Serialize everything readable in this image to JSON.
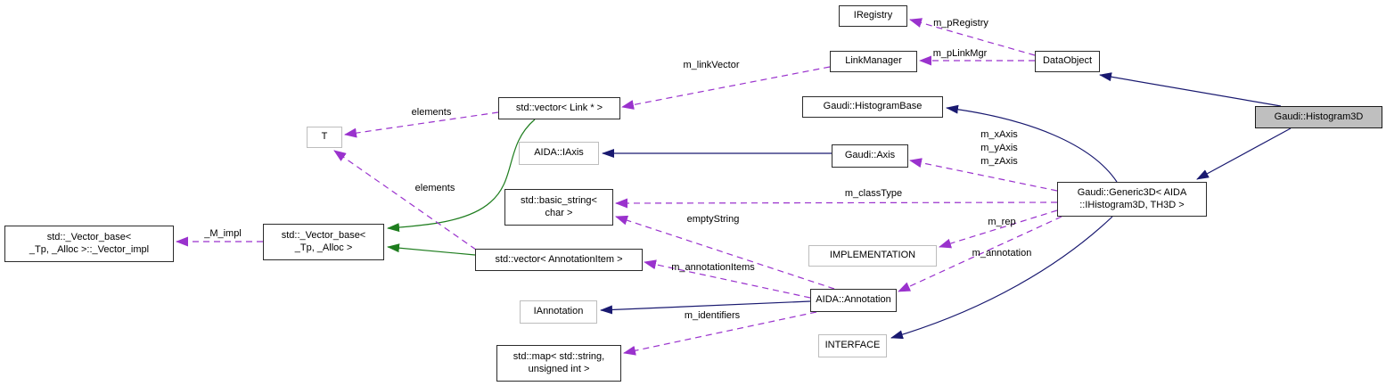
{
  "diagram": {
    "type": "doxygen-collaboration-graph",
    "main_class": "Gaudi::Histogram3D",
    "colors": {
      "inheritance_arrow": "#191970",
      "template_arrow": "#1e7d1e",
      "usage_arrow": "#9a32cd",
      "node_border": "#2b2b2b",
      "external_node_border": "#bdbdbd",
      "main_node_fill": "#bfbfbf",
      "background": "#ffffff"
    },
    "nodes": {
      "iregistry": {
        "label": "IRegistry"
      },
      "linkmanager": {
        "label": "LinkManager"
      },
      "dataobject": {
        "label": "DataObject"
      },
      "histogrambase": {
        "label": "Gaudi::HistogramBase"
      },
      "histogram3d": {
        "label": "Gaudi::Histogram3D"
      },
      "vectorlink": {
        "label": "std::vector< Link * >"
      },
      "t": {
        "label": "T"
      },
      "gaudiaxis": {
        "label": "Gaudi::Axis"
      },
      "aidaiaxis": {
        "label": "AIDA::IAxis"
      },
      "basicstring": {
        "label": "std::basic_string<\nchar >"
      },
      "implementation": {
        "label": "IMPLEMENTATION"
      },
      "generic3d": {
        "label": "Gaudi::Generic3D< AIDA\n::IHistogram3D, TH3D >"
      },
      "annotation": {
        "label": "AIDA::Annotation"
      },
      "iannotation": {
        "label": "IAnnotation"
      },
      "interface": {
        "label": "INTERFACE"
      },
      "vectorannotationitem": {
        "label": "std::vector< AnnotationItem >"
      },
      "vectorbase": {
        "label": "std::_Vector_base<\n_Tp, _Alloc >"
      },
      "vectorimpl": {
        "label": "std::_Vector_base<\n_Tp, _Alloc >::_Vector_impl"
      },
      "map": {
        "label": "std::map< std::string,\nunsigned int >"
      }
    },
    "edge_labels": {
      "m_pregistry": "m_pRegistry",
      "m_plinkmgr": "m_pLinkMgr",
      "m_linkvector": "m_linkVector",
      "elements_top": "elements",
      "elements_bottom": "elements",
      "m_impl": "_M_impl",
      "m_axes": "m_xAxis\nm_yAxis\nm_zAxis",
      "m_classtype": "m_classType",
      "emptystring": "emptyString",
      "m_rep": "m_rep",
      "m_annotation": "m_annotation",
      "m_annotationitems": "m_annotationItems",
      "m_identifiers": "m_identifiers"
    },
    "edges": [
      {
        "from": "histogram3d",
        "to": "dataobject",
        "kind": "inheritance"
      },
      {
        "from": "histogram3d",
        "to": "generic3d",
        "kind": "inheritance"
      },
      {
        "from": "generic3d",
        "to": "histogrambase",
        "kind": "inheritance"
      },
      {
        "from": "generic3d",
        "to": "interface",
        "kind": "inheritance"
      },
      {
        "from": "gaudiaxis",
        "to": "aidaiaxis",
        "kind": "inheritance"
      },
      {
        "from": "annotation",
        "to": "iannotation",
        "kind": "inheritance"
      },
      {
        "from": "vectorlink",
        "to": "vectorbase",
        "kind": "template-inheritance"
      },
      {
        "from": "vectorannotationitem",
        "to": "vectorbase",
        "kind": "template-inheritance"
      },
      {
        "from": "dataobject",
        "to": "iregistry",
        "kind": "usage",
        "label": "m_pRegistry"
      },
      {
        "from": "dataobject",
        "to": "linkmanager",
        "kind": "usage",
        "label": "m_pLinkMgr"
      },
      {
        "from": "linkmanager",
        "to": "vectorlink",
        "kind": "usage",
        "label": "m_linkVector"
      },
      {
        "from": "vectorlink",
        "to": "t",
        "kind": "usage",
        "label": "elements"
      },
      {
        "from": "vectorannotationitem",
        "to": "t",
        "kind": "usage",
        "label": "elements"
      },
      {
        "from": "vectorbase",
        "to": "vectorimpl",
        "kind": "usage",
        "label": "_M_impl"
      },
      {
        "from": "generic3d",
        "to": "gaudiaxis",
        "kind": "usage",
        "label": "m_xAxis m_yAxis m_zAxis"
      },
      {
        "from": "generic3d",
        "to": "basicstring",
        "kind": "usage",
        "label": "m_classType"
      },
      {
        "from": "annotation",
        "to": "basicstring",
        "kind": "usage",
        "label": "emptyString"
      },
      {
        "from": "generic3d",
        "to": "implementation",
        "kind": "usage",
        "label": "m_rep"
      },
      {
        "from": "generic3d",
        "to": "annotation",
        "kind": "usage",
        "label": "m_annotation"
      },
      {
        "from": "annotation",
        "to": "vectorannotationitem",
        "kind": "usage",
        "label": "m_annotationItems"
      },
      {
        "from": "annotation",
        "to": "map",
        "kind": "usage",
        "label": "m_identifiers"
      }
    ]
  }
}
